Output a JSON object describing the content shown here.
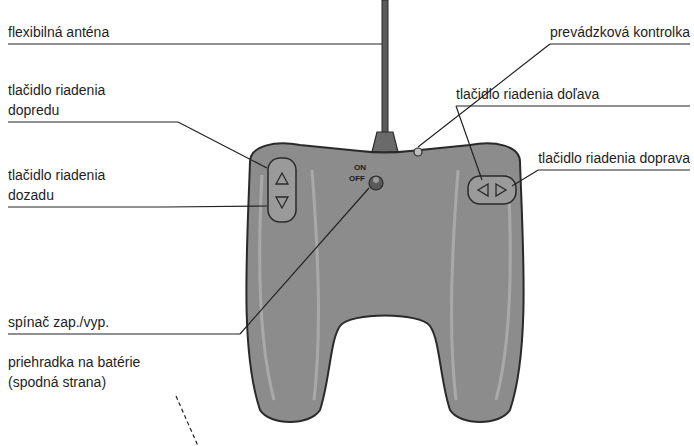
{
  "diagram": {
    "labels": [
      "flexibilná anténa",
      "prevádzková kontrolka",
      "tlačidlo riadenia dopredu",
      "tlačidlo riadenia doľava",
      "tlačidlo riadenia doprava",
      "tlačidlo riadenia dozadu",
      "spínač zap./vyp.",
      "priehradka na batérie (spodná strana)",
      "ON",
      "OFF"
    ]
  }
}
